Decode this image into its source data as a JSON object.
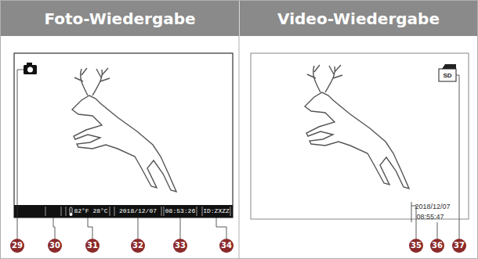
{
  "diagram": {
    "nodes": [
      {
        "text": [
          "Foto-Wiedergabe"
        ]
      },
      {
        "text": [
          "Video-Wiedergabe"
        ]
      }
    ],
    "labels": [
      "82°F 28°C",
      "2018/12/07",
      "08:53:26",
      "ID:ZXZZ",
      "SD",
      "2018/12/07",
      "08:55:47",
      "29",
      "30",
      "31",
      "32",
      "33",
      "34",
      "35",
      "36",
      "37"
    ]
  }
}
